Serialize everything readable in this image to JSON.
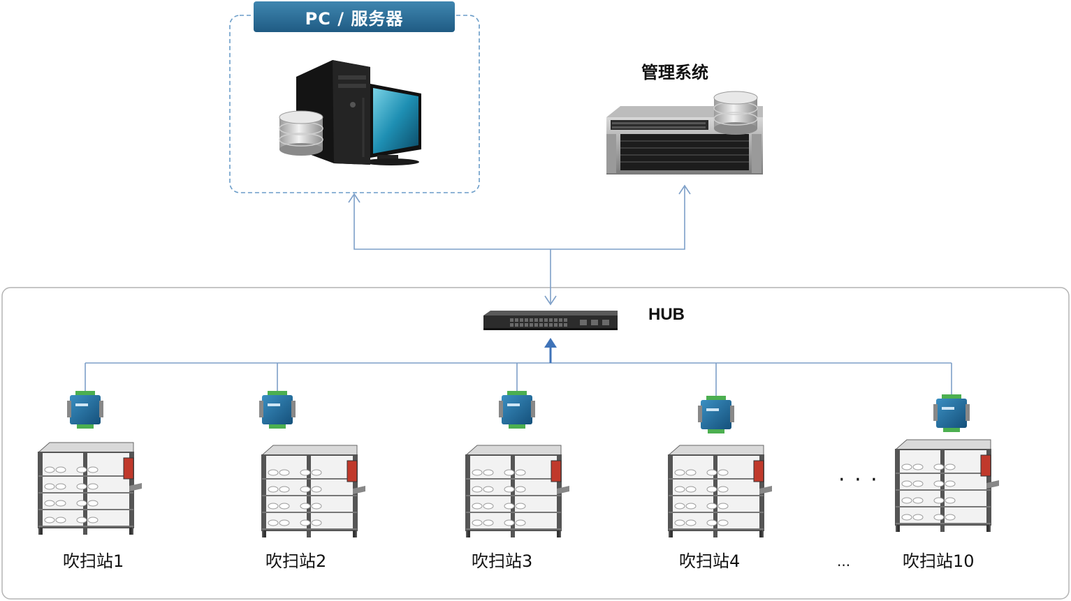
{
  "pc_group": {
    "title": "PC / 服务器"
  },
  "management": {
    "title": "管理系统"
  },
  "hub": {
    "title": "HUB"
  },
  "stations": [
    {
      "label": "吹扫站1"
    },
    {
      "label": "吹扫站2"
    },
    {
      "label": "吹扫站3"
    },
    {
      "label": "吹扫站4"
    },
    {
      "label": "吹扫站10"
    }
  ],
  "ellipsis": {
    "upper": "· · ·",
    "lower": "..."
  },
  "colors": {
    "connector": "#7d9fc8",
    "arrow_main": "#3f73b8",
    "banner": "#2c6c97",
    "frame_dashed": "#6a9cc8",
    "frame_outer": "#b4b4b4"
  }
}
